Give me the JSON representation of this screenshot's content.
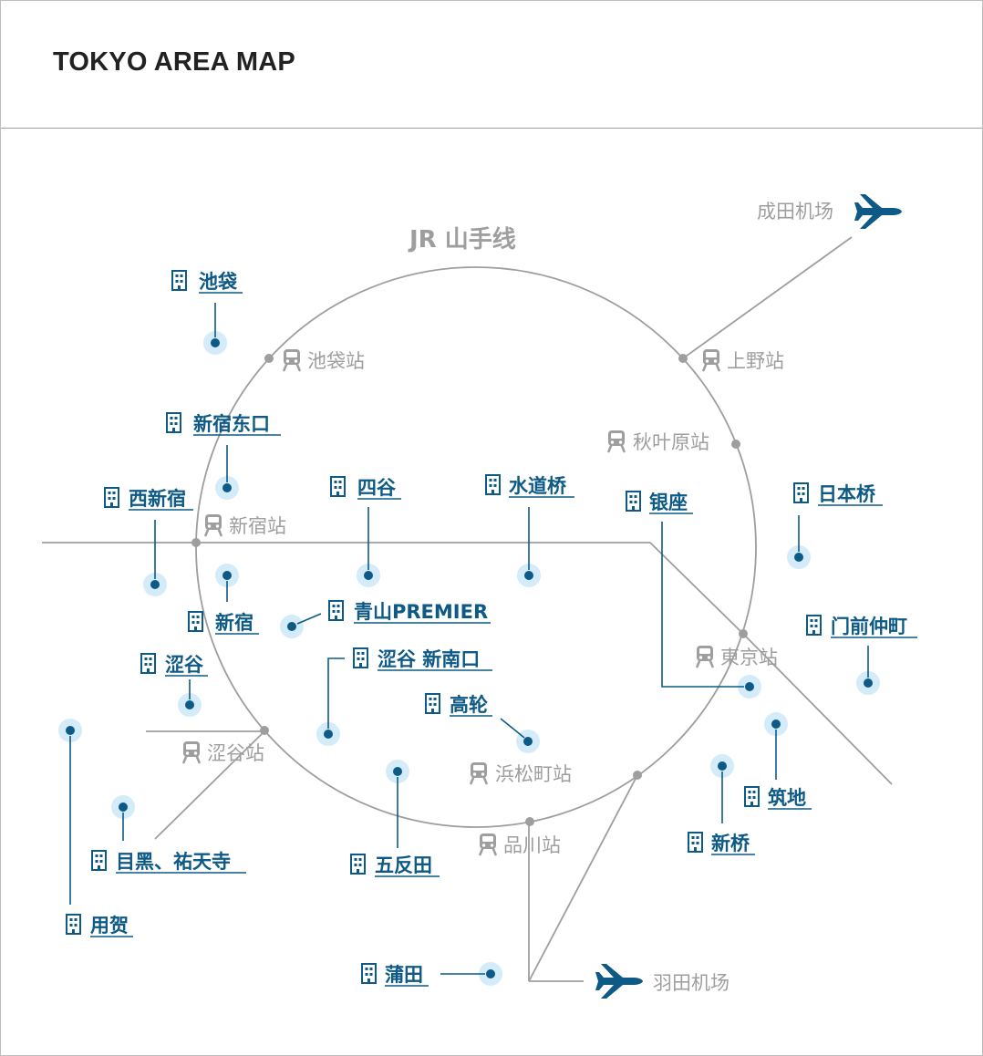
{
  "title": "TOKYO AREA MAP",
  "colors": {
    "area": "#0d5a86",
    "halo": "#d4ecfa",
    "rail": "#9e9e9e",
    "station_text": "#9e9e9e"
  },
  "loop_line_name": "JR 山手线",
  "stations": [
    {
      "id": "ikebukuro",
      "label": "池袋站",
      "icon": "train-icon"
    },
    {
      "id": "ueno",
      "label": "上野站",
      "icon": "train-icon"
    },
    {
      "id": "akihabara",
      "label": "秋叶原站",
      "icon": "train-icon"
    },
    {
      "id": "shinjuku",
      "label": "新宿站",
      "icon": "train-icon"
    },
    {
      "id": "tokyo",
      "label": "東京站",
      "icon": "train-icon"
    },
    {
      "id": "shibuya",
      "label": "涩谷站",
      "icon": "train-icon"
    },
    {
      "id": "hamamatsucho",
      "label": "浜松町站",
      "icon": "train-icon"
    },
    {
      "id": "shinagawa",
      "label": "品川站",
      "icon": "train-icon"
    }
  ],
  "airports": [
    {
      "id": "narita",
      "label": "成田机场",
      "icon": "airplane-icon"
    },
    {
      "id": "haneda",
      "label": "羽田机场",
      "icon": "airplane-icon"
    }
  ],
  "areas": [
    {
      "id": "ikebukuro",
      "label": "池袋",
      "icon": "building-icon"
    },
    {
      "id": "shinjuku-east",
      "label": "新宿东口",
      "icon": "building-icon"
    },
    {
      "id": "nishi-shinjuku",
      "label": "西新宿",
      "icon": "building-icon"
    },
    {
      "id": "yotsuya",
      "label": "四谷",
      "icon": "building-icon"
    },
    {
      "id": "suidobashi",
      "label": "水道桥",
      "icon": "building-icon"
    },
    {
      "id": "ginza",
      "label": "银座",
      "icon": "building-icon"
    },
    {
      "id": "nihonbashi",
      "label": "日本桥",
      "icon": "building-icon"
    },
    {
      "id": "shinjuku",
      "label": "新宿",
      "icon": "building-icon"
    },
    {
      "id": "aoyama",
      "label": "青山PREMIER",
      "icon": "building-icon"
    },
    {
      "id": "monzen-nakacho",
      "label": "门前仲町",
      "icon": "building-icon"
    },
    {
      "id": "shibuya",
      "label": "涩谷",
      "icon": "building-icon"
    },
    {
      "id": "shibuya-new-south",
      "label": "涩谷 新南口",
      "icon": "building-icon"
    },
    {
      "id": "takanawa",
      "label": "高轮",
      "icon": "building-icon"
    },
    {
      "id": "tsukiji",
      "label": "筑地",
      "icon": "building-icon"
    },
    {
      "id": "meguro",
      "label": "目黑、祐天寺",
      "icon": "building-icon"
    },
    {
      "id": "gotanda",
      "label": "五反田",
      "icon": "building-icon"
    },
    {
      "id": "shimbashi",
      "label": "新桥",
      "icon": "building-icon"
    },
    {
      "id": "yoga",
      "label": "用贺",
      "icon": "building-icon"
    },
    {
      "id": "kamata",
      "label": "蒲田",
      "icon": "building-icon"
    }
  ]
}
